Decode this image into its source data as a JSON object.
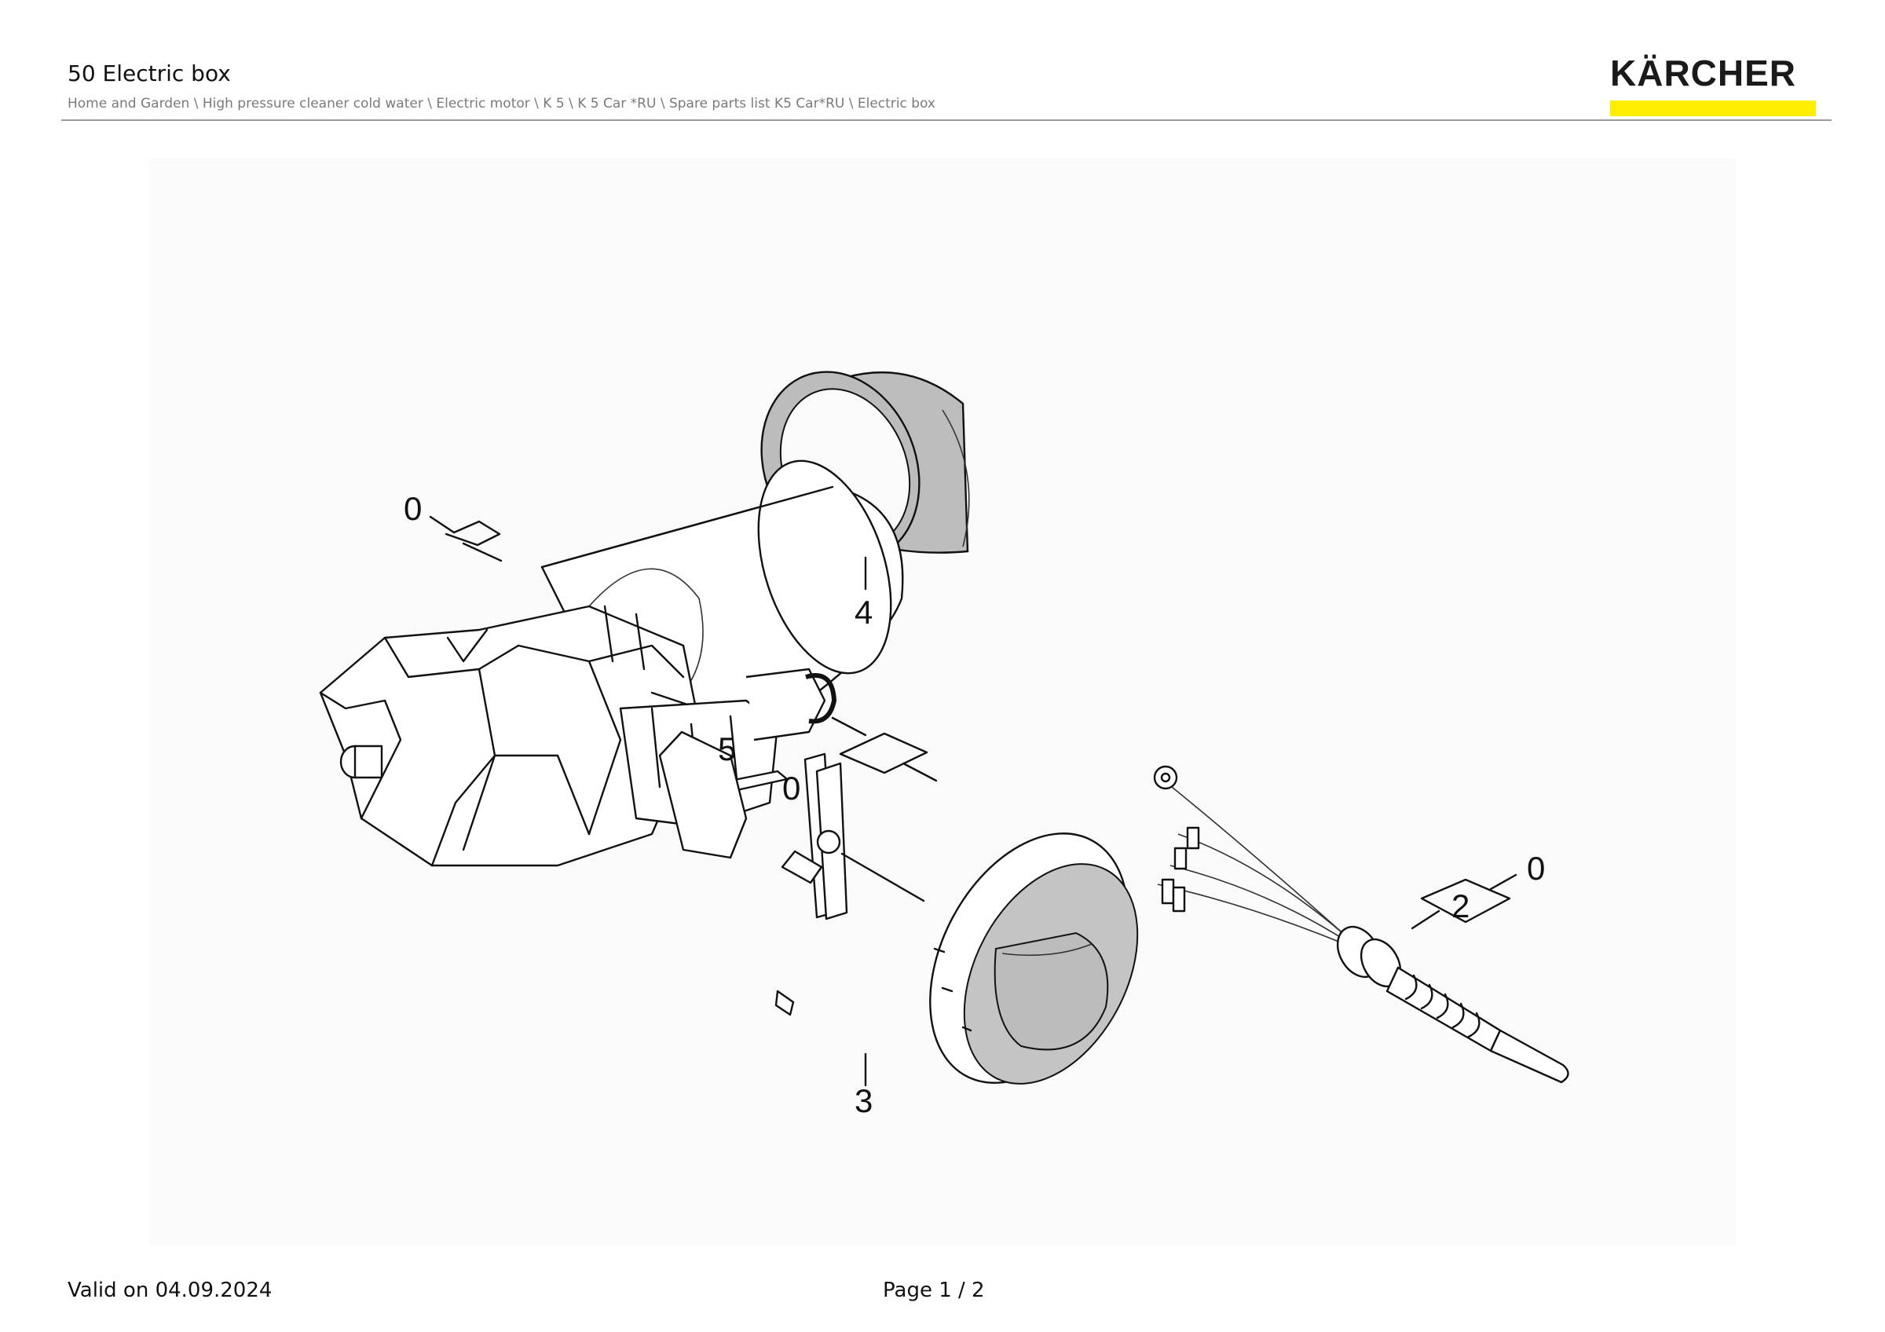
{
  "header": {
    "title": "50 Electric box",
    "breadcrumb": "Home and Garden \\ High pressure cleaner cold water \\ Electric motor \\ K 5 \\ K 5 Car *RU \\ Spare parts list K5 Car*RU \\ Electric box"
  },
  "brand": {
    "name": "KÄRCHER",
    "accent_color": "#ffed00"
  },
  "diagram": {
    "callouts": [
      {
        "id": "callout-0-motor",
        "label": "0"
      },
      {
        "id": "callout-4",
        "label": "4"
      },
      {
        "id": "callout-5",
        "label": "5"
      },
      {
        "id": "callout-0-switch",
        "label": "0"
      },
      {
        "id": "callout-3",
        "label": "3"
      },
      {
        "id": "callout-2",
        "label": "2"
      },
      {
        "id": "callout-0-cable",
        "label": "0"
      }
    ]
  },
  "footer": {
    "valid": "Valid on 04.09.2024",
    "page": "Page 1 / 2"
  }
}
